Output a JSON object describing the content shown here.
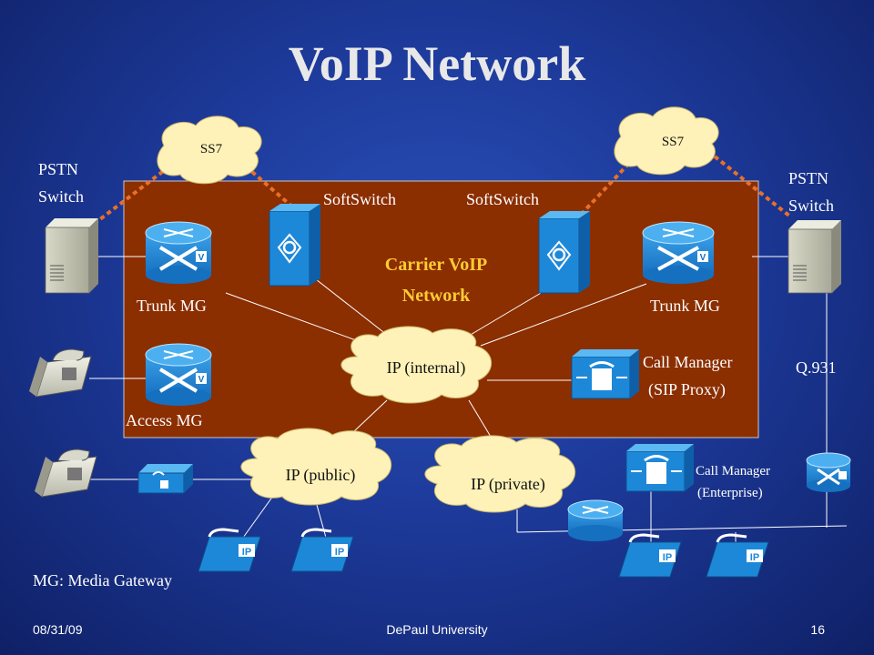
{
  "title": "VoIP Network",
  "carrier_network": {
    "line1": "Carrier VoIP",
    "line2": "Network"
  },
  "clouds": {
    "ss7_left": "SS7",
    "ss7_right": "SS7",
    "ip_internal": "IP (internal)",
    "ip_public": "IP (public)",
    "ip_private": "IP (private)"
  },
  "labels": {
    "pstn_left_1": "PSTN",
    "pstn_left_2": "Switch",
    "pstn_right_1": "PSTN",
    "pstn_right_2": "Switch",
    "softswitch_left": "SoftSwitch",
    "softswitch_right": "SoftSwitch",
    "trunk_mg_left": "Trunk MG",
    "trunk_mg_right": "Trunk MG",
    "access_mg": "Access MG",
    "call_manager_sip_1": "Call Manager",
    "call_manager_sip_2": "(SIP Proxy)",
    "q931": "Q.931",
    "call_manager_ent_1": "Call Manager",
    "call_manager_ent_2": "(Enterprise)",
    "mg_legend": "MG: Media Gateway",
    "ip_badge": "IP",
    "gateway_badge": "V"
  },
  "footer": {
    "date": "08/31/09",
    "org": "DePaul University",
    "page": "16"
  },
  "colors": {
    "background": "#1d3a9a",
    "carrier_box": "#8b2e00",
    "carrier_text": "#ffcc33",
    "cloud_fill": "#fff2b8",
    "ss7_link": "#e8702a",
    "device_blue": "#1e88d8"
  }
}
